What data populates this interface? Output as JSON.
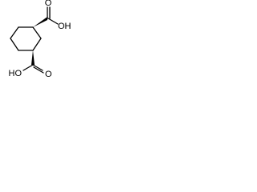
{
  "molecule": {
    "substituents": [
      {
        "carbonyl_oxygen": {
          "symbol": "O"
        },
        "hydroxyl": {
          "label": "OH"
        }
      },
      {
        "carbonyl_oxygen": {
          "symbol": "O"
        },
        "hydroxyl": {
          "label": "HO"
        }
      }
    ]
  },
  "colors": {
    "background": "#ffffff",
    "bonds": "#000000",
    "labels": "#000000"
  }
}
